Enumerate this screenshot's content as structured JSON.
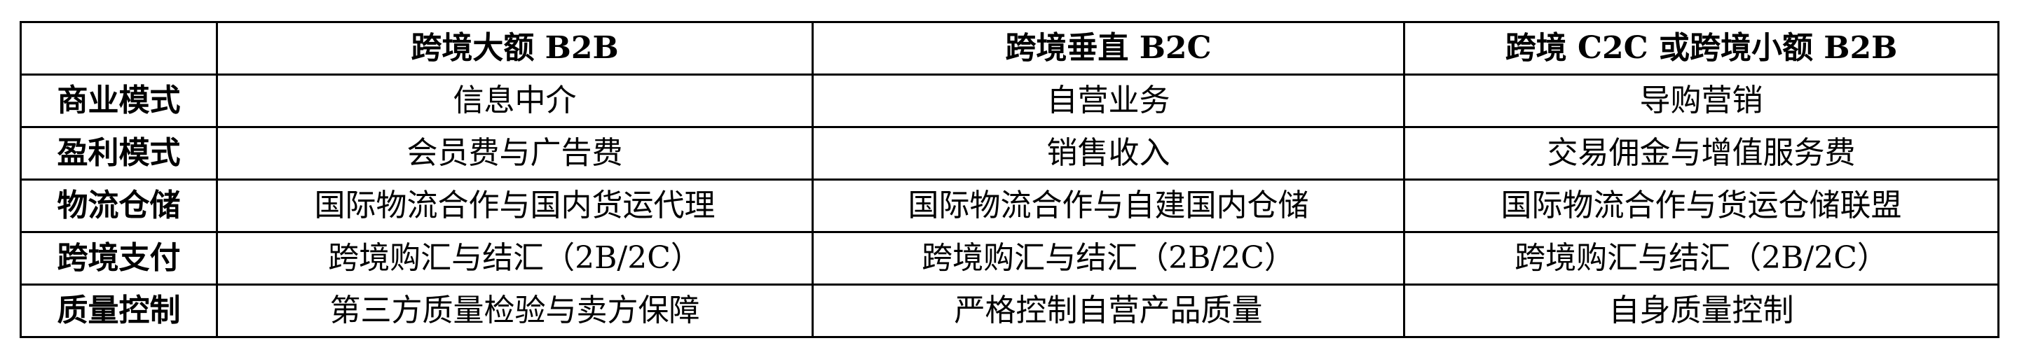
{
  "table": {
    "headers": [
      "",
      "跨境大额 B2B",
      "跨境垂直 B2C",
      "跨境 C2C 或跨境小额 B2B"
    ],
    "rows": [
      {
        "label": "商业模式",
        "cells": [
          "信息中介",
          "自营业务",
          "导购营销"
        ]
      },
      {
        "label": "盈利模式",
        "cells": [
          "会员费与广告费",
          "销售收入",
          "交易佣金与增值服务费"
        ]
      },
      {
        "label": "物流仓储",
        "cells": [
          "国际物流合作与国内货运代理",
          "国际物流合作与自建国内仓储",
          "国际物流合作与货运仓储联盟"
        ]
      },
      {
        "label": "跨境支付",
        "cells": [
          "跨境购汇与结汇（2B/2C）",
          "跨境购汇与结汇（2B/2C）",
          "跨境购汇与结汇（2B/2C）"
        ]
      },
      {
        "label": "质量控制",
        "cells": [
          "第三方质量检验与卖方保障",
          "严格控制自营产品质量",
          "自身质量控制"
        ]
      }
    ]
  }
}
